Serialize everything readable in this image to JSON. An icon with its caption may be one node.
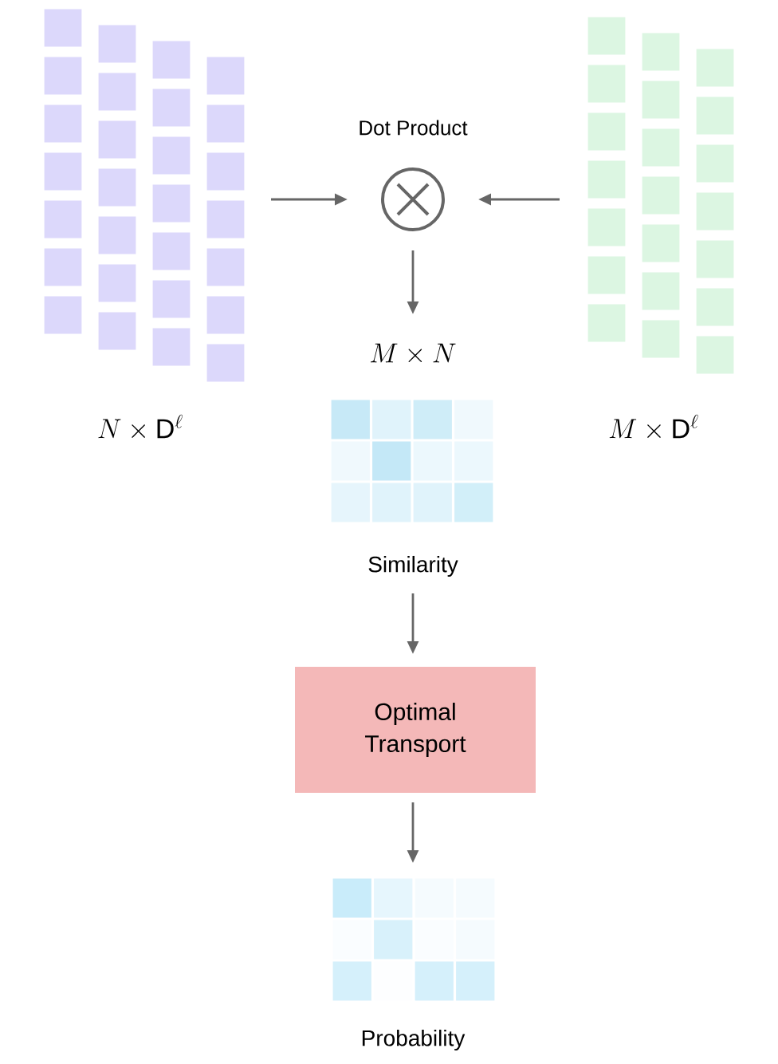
{
  "diagram": {
    "nodes": [
      {
        "text": [],
        "shape": "box",
        "beside": [
          "N \\times \\mathrm{D}^{\\ell}"
        ]
      },
      {
        "text": [],
        "shape": "box",
        "beside": [
          "M \\times \\mathrm{D}^{\\ell}"
        ]
      },
      {
        "text": [
          "Dot Product"
        ]
      },
      {
        "text": [],
        "shape": "box",
        "beside": [
          "M \\times N",
          "Similarity"
        ]
      },
      {
        "text": [
          "Optimal Transport"
        ]
      },
      {
        "text": [],
        "shape": "box",
        "beside": [
          "Probability"
        ]
      }
    ],
    "edges": [
      {
        "from": 0,
        "to": 2,
        "arrow": "to"
      },
      {
        "from": 1,
        "to": 2,
        "arrow": "to"
      },
      {
        "from": 2,
        "to": 3,
        "arrow": "to"
      },
      {
        "from": 3,
        "to": 4,
        "arrow": "to"
      },
      {
        "from": 4,
        "to": 5,
        "arrow": "to"
      }
    ]
  }
}
